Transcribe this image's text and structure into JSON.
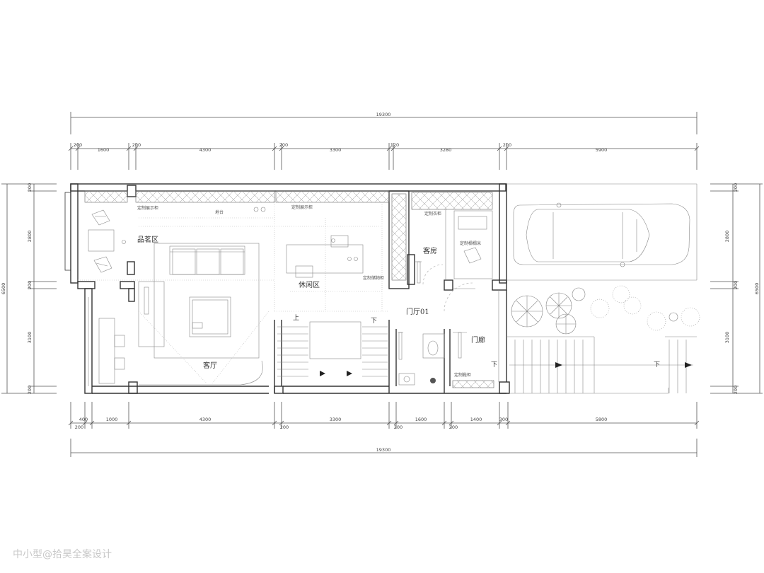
{
  "dimensions": {
    "total_top": "19300",
    "total_bottom": "19300",
    "top_row": [
      "200",
      "1600",
      "200",
      "4300",
      "200",
      "3300",
      "120",
      "3280",
      "200",
      "5900"
    ],
    "bottom_row": [
      "400",
      "200",
      "1000",
      "4300",
      "200",
      "3300",
      "200",
      "1600",
      "200",
      "1400",
      "300",
      "5800"
    ],
    "left_col": [
      "200",
      "2800",
      "200",
      "3100",
      "200"
    ],
    "left_total": "6500",
    "right_col": [
      "200",
      "2800",
      "200",
      "3100",
      "200"
    ],
    "right_total": "6500"
  },
  "rooms": {
    "tea_area": "品茗区",
    "living_room": "客厅",
    "leisure_area": "休闲区",
    "guest_room": "客房",
    "foyer": "门厅01",
    "porch": "门廊"
  },
  "labels": {
    "display_cabinet_1": "定制展示柜",
    "platform": "地台",
    "display_cabinet_2": "定制展示柜",
    "wardrobe": "定制衣柜",
    "tatami": "定制榻榻米",
    "storage_cabinet": "定制储物柜",
    "shoe_cabinet": "定制鞋柜",
    "up": "上",
    "down_1": "下",
    "down_2": "下",
    "down_3": "下"
  },
  "watermark": "中小型@拾昊全案设计"
}
